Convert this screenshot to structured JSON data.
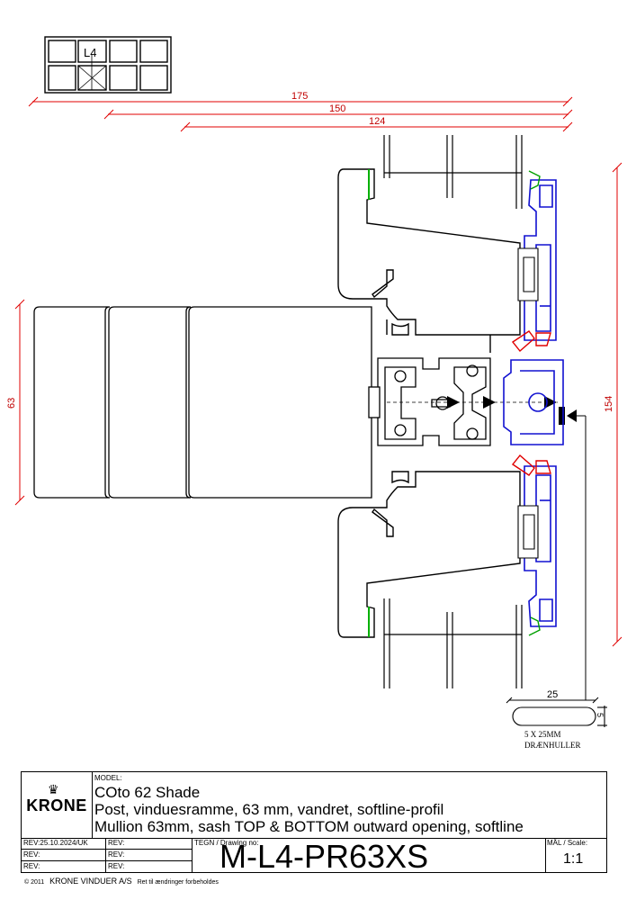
{
  "key_plan": {
    "label": "L4"
  },
  "dimensions": {
    "overall": "175",
    "frame": "150",
    "sash": "124",
    "mullion": "63",
    "height": "154",
    "drain_width": "25",
    "drain_height": "5"
  },
  "drain_note": {
    "line1": "5 X 25MM",
    "line2": "DRÆNHULLER"
  },
  "title_block": {
    "logo": "KRONE",
    "model_label": "MODEL:",
    "model": "COto 62 Shade",
    "desc_dk": "Post, vinduesramme, 63 mm, vandret, softline-profil",
    "desc_en": "Mullion 63mm, sash TOP & BOTTOM outward opening, softline",
    "rev1": "REV:25.10.2024/UK",
    "rev_label": "REV:",
    "drawing_label": "TEGN / Drawing no:",
    "drawing_no": "M-L4-PR63XS",
    "scale_label": "MÅL / Scale:",
    "scale": "1:1",
    "copyright_year": "© 2011",
    "company": "KRONE VINDUER A/S",
    "rights": "Ret til ændringer forbeholdes"
  },
  "colors": {
    "dimension": "#e00000",
    "gasket": "#00a000",
    "profile_blue": "#1010d0"
  }
}
